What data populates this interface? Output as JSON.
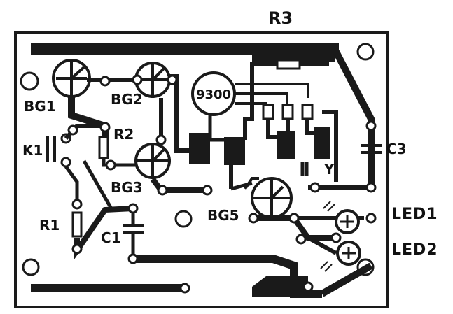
{
  "board": {
    "labels": {
      "r3": "R3",
      "bg1": "BG1",
      "bg2": "BG2",
      "r2": "R2",
      "k1": "K1",
      "bg3": "BG3",
      "r1": "R1",
      "c1": "C1",
      "bg5": "BG5",
      "c3": "C3",
      "y": "Y",
      "led1": "LED1",
      "led2": "LED2",
      "ic": "9300"
    },
    "colors": {
      "copper": "#1a1a1a",
      "background": "#ffffff"
    }
  }
}
